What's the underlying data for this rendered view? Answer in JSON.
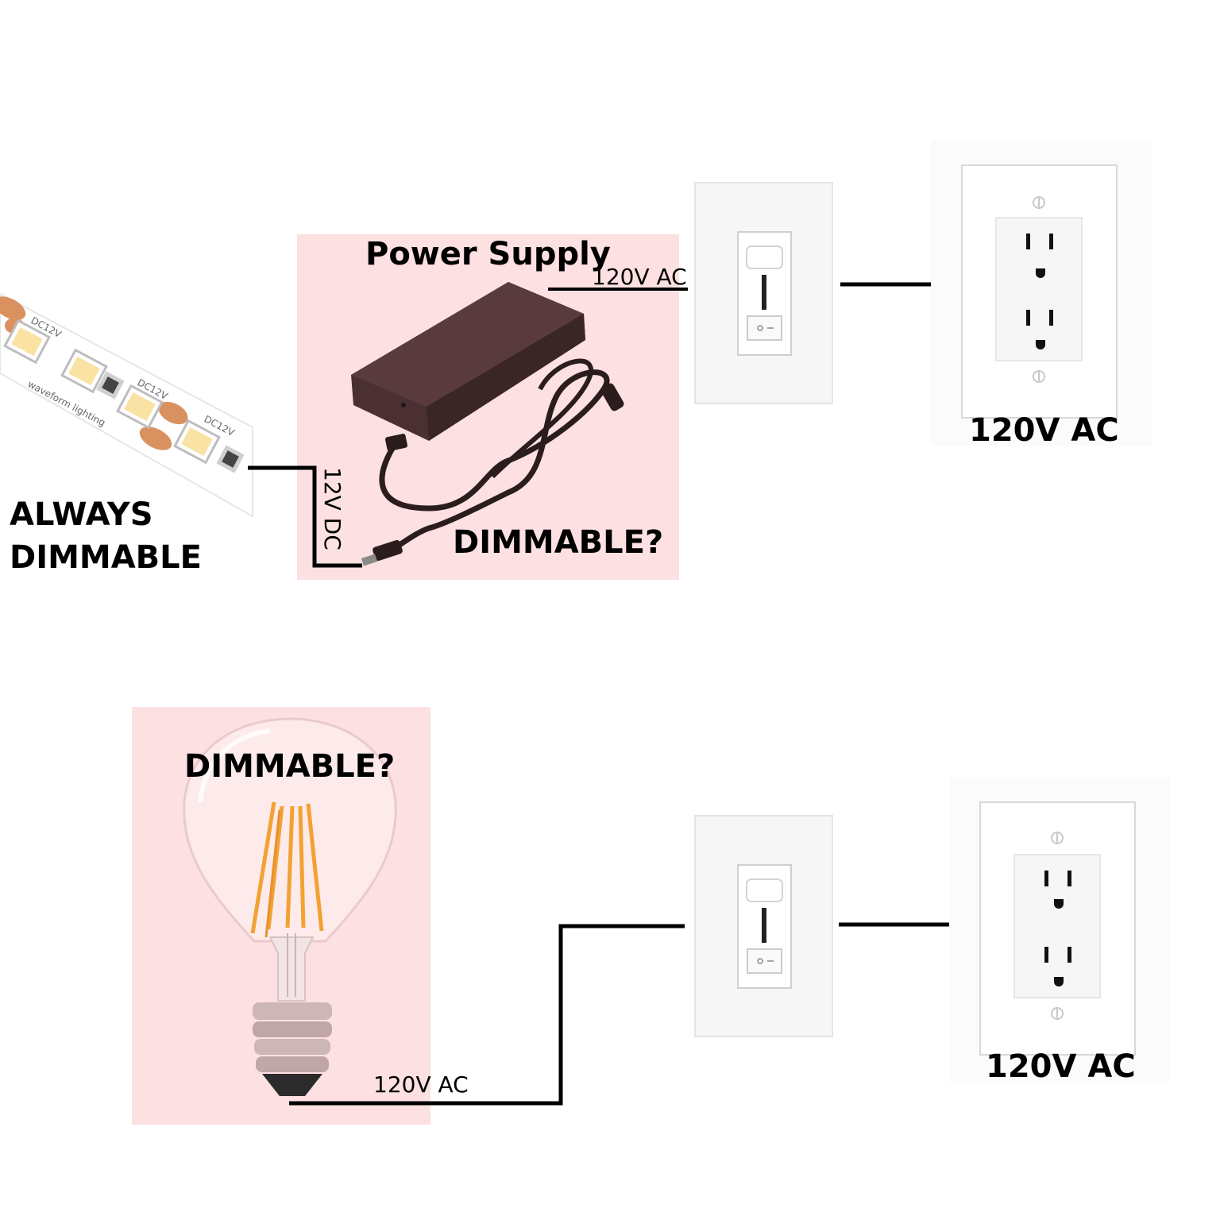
{
  "top_diagram": {
    "strip_label_line1": "ALWAYS",
    "strip_label_line2": "DIMMABLE",
    "strip_print_1": "DC12V",
    "strip_print_2": "DC12V",
    "strip_print_3": "DC12V",
    "strip_brand": "waveform lighting",
    "power_supply_title": "Power Supply",
    "power_supply_question": "DIMMABLE?",
    "dc_label": "12V DC",
    "ac_line_label": "120V AC",
    "outlet_label": "120V AC"
  },
  "bottom_diagram": {
    "bulb_question": "DIMMABLE?",
    "ac_line_label": "120V AC",
    "outlet_label": "120V AC"
  },
  "colors": {
    "highlight": "#fde0e1",
    "wire": "#000000",
    "plate": "#f7f7f7",
    "filament": "#f2a233",
    "psu_body": "#4a3032"
  }
}
